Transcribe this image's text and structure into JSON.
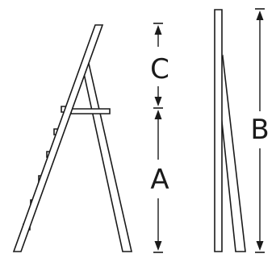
{
  "labels": {
    "c": "C",
    "a": "A",
    "b": "B"
  },
  "colors": {
    "line": "#1a1a1a",
    "background": "#ffffff"
  }
}
